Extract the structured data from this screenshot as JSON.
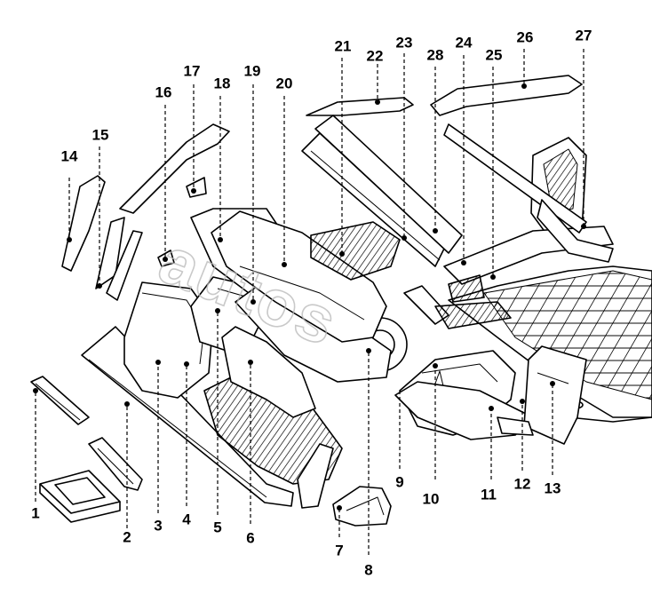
{
  "diagram": {
    "watermark_text": "autos",
    "callouts": [
      {
        "id": "1",
        "label": "1"
      },
      {
        "id": "2",
        "label": "2"
      },
      {
        "id": "3",
        "label": "3"
      },
      {
        "id": "4",
        "label": "4"
      },
      {
        "id": "5",
        "label": "5"
      },
      {
        "id": "6",
        "label": "6"
      },
      {
        "id": "7",
        "label": "7"
      },
      {
        "id": "8",
        "label": "8"
      },
      {
        "id": "9",
        "label": "9"
      },
      {
        "id": "10",
        "label": "10"
      },
      {
        "id": "11",
        "label": "11"
      },
      {
        "id": "12",
        "label": "12"
      },
      {
        "id": "13",
        "label": "13"
      },
      {
        "id": "14",
        "label": "14"
      },
      {
        "id": "15",
        "label": "15"
      },
      {
        "id": "16",
        "label": "16"
      },
      {
        "id": "17",
        "label": "17"
      },
      {
        "id": "18",
        "label": "18"
      },
      {
        "id": "19",
        "label": "19"
      },
      {
        "id": "20",
        "label": "20"
      },
      {
        "id": "21",
        "label": "21"
      },
      {
        "id": "22",
        "label": "22"
      },
      {
        "id": "23",
        "label": "23"
      },
      {
        "id": "24",
        "label": "24"
      },
      {
        "id": "25",
        "label": "25"
      },
      {
        "id": "26",
        "label": "26"
      },
      {
        "id": "27",
        "label": "27"
      },
      {
        "id": "28",
        "label": "28"
      }
    ],
    "colors": {
      "ink": "#000000",
      "fill": "#ffffff",
      "shade": "#444444",
      "floor": "#cfcfcf"
    }
  }
}
